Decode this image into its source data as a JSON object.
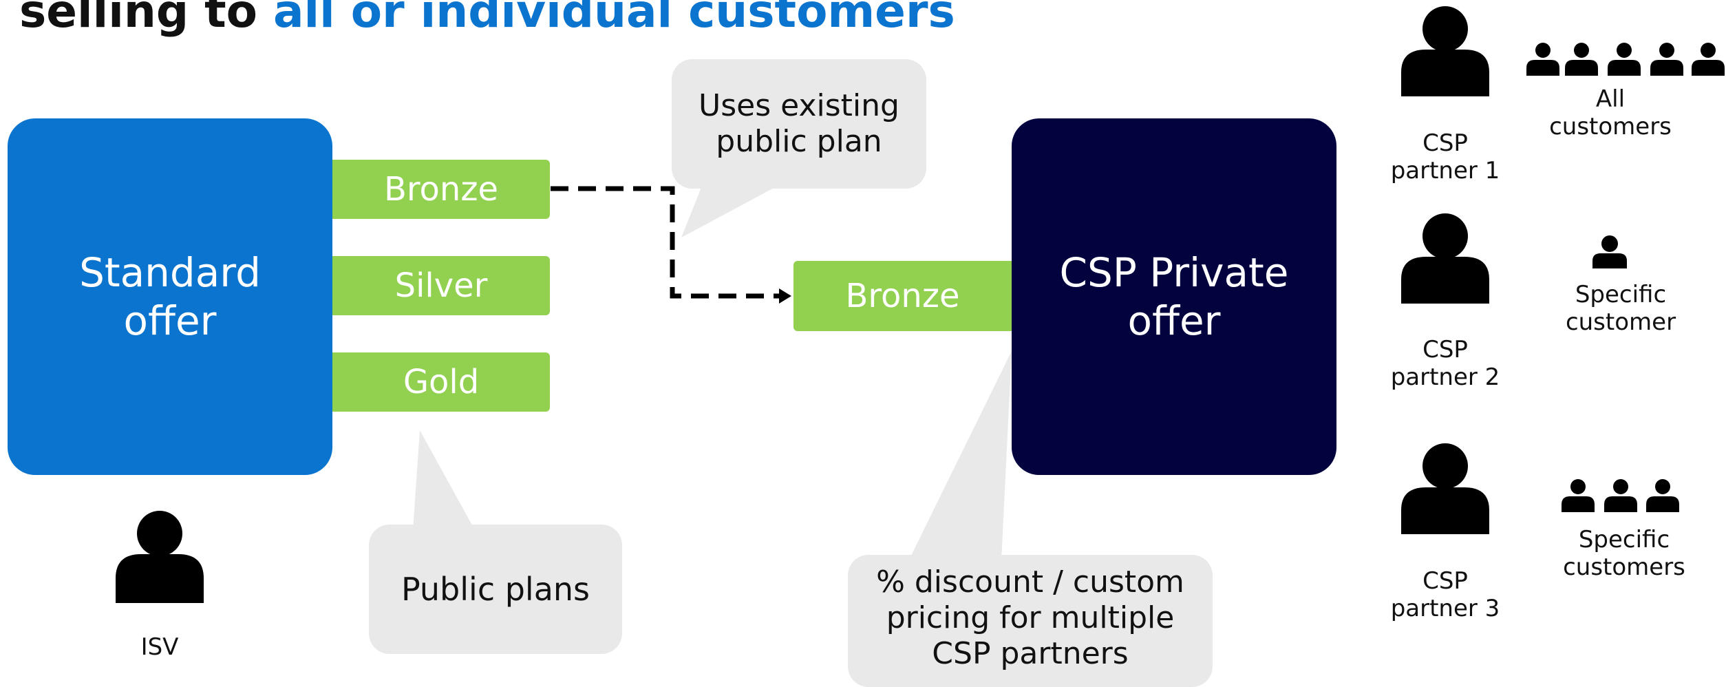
{
  "title": {
    "prefix": "selling to ",
    "accent": "all or individual customers"
  },
  "standard_offer": {
    "line1": "Standard",
    "line2": "offer"
  },
  "plans": [
    "Bronze",
    "Silver",
    "Gold"
  ],
  "private_plan": "Bronze",
  "csp_offer": {
    "line1": "CSP Private",
    "line2": "offer"
  },
  "bubbles": {
    "existing": [
      "Uses existing",
      "public plan"
    ],
    "public": "Public plans",
    "discount": [
      "% discount / custom",
      "pricing for multiple",
      "CSP partners"
    ]
  },
  "isv_label": "ISV",
  "partners": [
    {
      "line1": "CSP",
      "line2": "partner 1",
      "customers": [
        "All",
        "customers"
      ]
    },
    {
      "line1": "CSP",
      "line2": "partner 2",
      "customers": [
        "Specific",
        "customer"
      ]
    },
    {
      "line1": "CSP",
      "line2": "partner 3",
      "customers": [
        "Specific",
        "customers"
      ]
    }
  ],
  "colors": {
    "accent": "#0a74cf",
    "standard_box": "#0a74cf",
    "csp_box": "#02023f",
    "plan_green": "#92d050",
    "bubble_gray": "#e9e9e9"
  },
  "icons": [
    "person-icon",
    "group-icon"
  ]
}
